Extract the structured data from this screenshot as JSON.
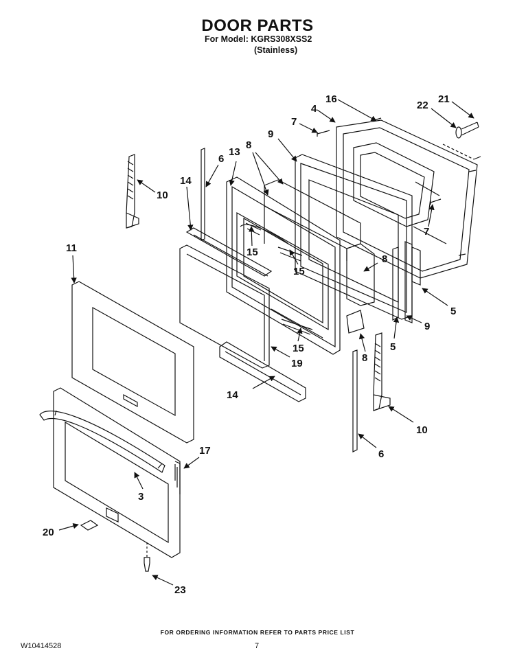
{
  "header": {
    "title": "DOOR PARTS",
    "model_line": "For Model: KGRS308XSS2",
    "finish_line": "(Stainless)"
  },
  "footer": {
    "ordering_note": "FOR ORDERING INFORMATION REFER TO PARTS PRICE LIST",
    "document_number": "W10414528",
    "page_number": "7"
  },
  "callouts": [
    "16",
    "4",
    "7",
    "22",
    "21",
    "9",
    "8",
    "13",
    "6",
    "14",
    "10",
    "11",
    "7",
    "15",
    "15",
    "8",
    "5",
    "9",
    "5",
    "15",
    "19",
    "8",
    "14",
    "10",
    "6",
    "17",
    "3",
    "20",
    "23"
  ]
}
